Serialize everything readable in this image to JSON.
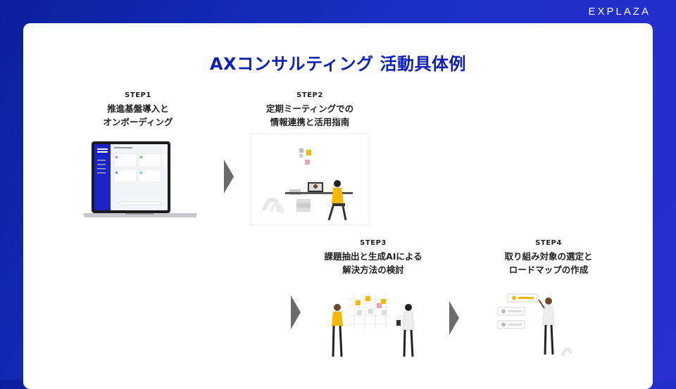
{
  "logo": "EXPLAZA",
  "title": "AXコンサルティング 活動具体例",
  "steps": [
    {
      "label": "STEP1",
      "text": "推進基盤導入と\nオンボーディング"
    },
    {
      "label": "STEP2",
      "text": "定期ミーティングでの\n情報連携と活用指南"
    },
    {
      "label": "STEP3",
      "text": "課題抽出と生成AIによる\n解決方法の検討"
    },
    {
      "label": "STEP4",
      "text": "取り組み対象の選定と\nロードマップの作成"
    }
  ],
  "colors": {
    "brand": "#0d1fb5",
    "accent": "#f5b800",
    "arrow": "#6b6b6b"
  }
}
